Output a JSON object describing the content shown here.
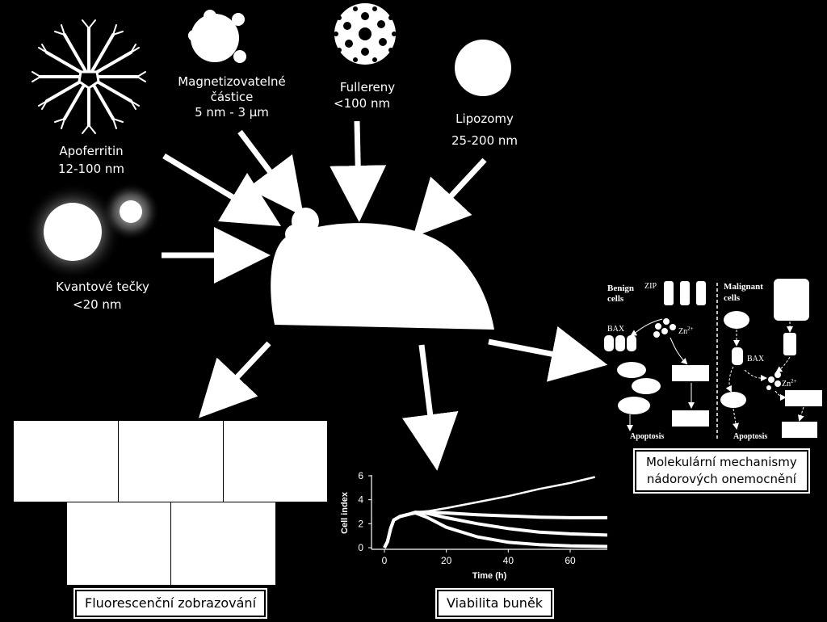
{
  "labels": {
    "apoferritin_name": "Apoferritin",
    "apoferritin_size": "12-100 nm",
    "magnetic_name_1": "Magnetizovatelné",
    "magnetic_name_2": "částice",
    "magnetic_size": "5 nm - 3 µm",
    "fullerenes_name": "Fullereny",
    "fullerenes_size": "<100 nm",
    "liposomes_name": "Lipozomy",
    "liposomes_size": "25-200 nm",
    "qdots_name": "Kvantové tečky",
    "qdots_size": "<20 nm"
  },
  "outputs": {
    "fluorescence": "Fluorescenční zobrazování",
    "viability": "Viabilita buněk",
    "mechanisms_1": "Molekulární mechanismy",
    "mechanisms_2": "nádorových onemocnění"
  },
  "mechanism": {
    "benign_1": "Benign",
    "benign_2": "cells",
    "malignant_1": "Malignant",
    "malignant_2": "cells",
    "zip": "ZIP",
    "bax": "BAX",
    "zn": "Zn",
    "zn_sup": "2+",
    "apoptosis": "Apoptosis"
  },
  "chart_data": {
    "type": "line",
    "xlabel": "Time (h)",
    "ylabel": "Cell index",
    "xlim": [
      0,
      72
    ],
    "ylim": [
      0,
      6
    ],
    "xticks": [
      0,
      20,
      40,
      60
    ],
    "yticks": [
      0,
      2,
      4,
      6
    ],
    "grid": false,
    "series": [
      {
        "values": [
          [
            0,
            0
          ],
          [
            1,
            0.5
          ],
          [
            2,
            1.6
          ],
          [
            3,
            2.3
          ],
          [
            5,
            2.6
          ],
          [
            8,
            2.8
          ],
          [
            10,
            2.95
          ],
          [
            14,
            3.05
          ],
          [
            20,
            3.3
          ],
          [
            30,
            3.8
          ],
          [
            40,
            4.3
          ],
          [
            50,
            4.9
          ],
          [
            60,
            5.4
          ],
          [
            68,
            5.9
          ]
        ]
      },
      {
        "values": [
          [
            0,
            0
          ],
          [
            1,
            0.5
          ],
          [
            2,
            1.6
          ],
          [
            3,
            2.3
          ],
          [
            5,
            2.6
          ],
          [
            8,
            2.8
          ],
          [
            10,
            2.95
          ],
          [
            14,
            2.95
          ],
          [
            20,
            2.9
          ],
          [
            30,
            2.75
          ],
          [
            40,
            2.65
          ],
          [
            50,
            2.55
          ],
          [
            60,
            2.5
          ],
          [
            72,
            2.5
          ]
        ]
      },
      {
        "values": [
          [
            0,
            0
          ],
          [
            1,
            0.5
          ],
          [
            2,
            1.6
          ],
          [
            3,
            2.3
          ],
          [
            5,
            2.6
          ],
          [
            8,
            2.8
          ],
          [
            10,
            2.95
          ],
          [
            14,
            2.85
          ],
          [
            20,
            2.5
          ],
          [
            30,
            2.0
          ],
          [
            40,
            1.6
          ],
          [
            50,
            1.3
          ],
          [
            60,
            1.15
          ],
          [
            72,
            1.05
          ]
        ]
      },
      {
        "values": [
          [
            0,
            0
          ],
          [
            1,
            0.5
          ],
          [
            2,
            1.6
          ],
          [
            3,
            2.3
          ],
          [
            5,
            2.6
          ],
          [
            8,
            2.8
          ],
          [
            10,
            2.9
          ],
          [
            14,
            2.5
          ],
          [
            20,
            1.7
          ],
          [
            30,
            0.9
          ],
          [
            40,
            0.45
          ],
          [
            50,
            0.25
          ],
          [
            60,
            0.15
          ],
          [
            72,
            0.1
          ]
        ]
      }
    ]
  }
}
